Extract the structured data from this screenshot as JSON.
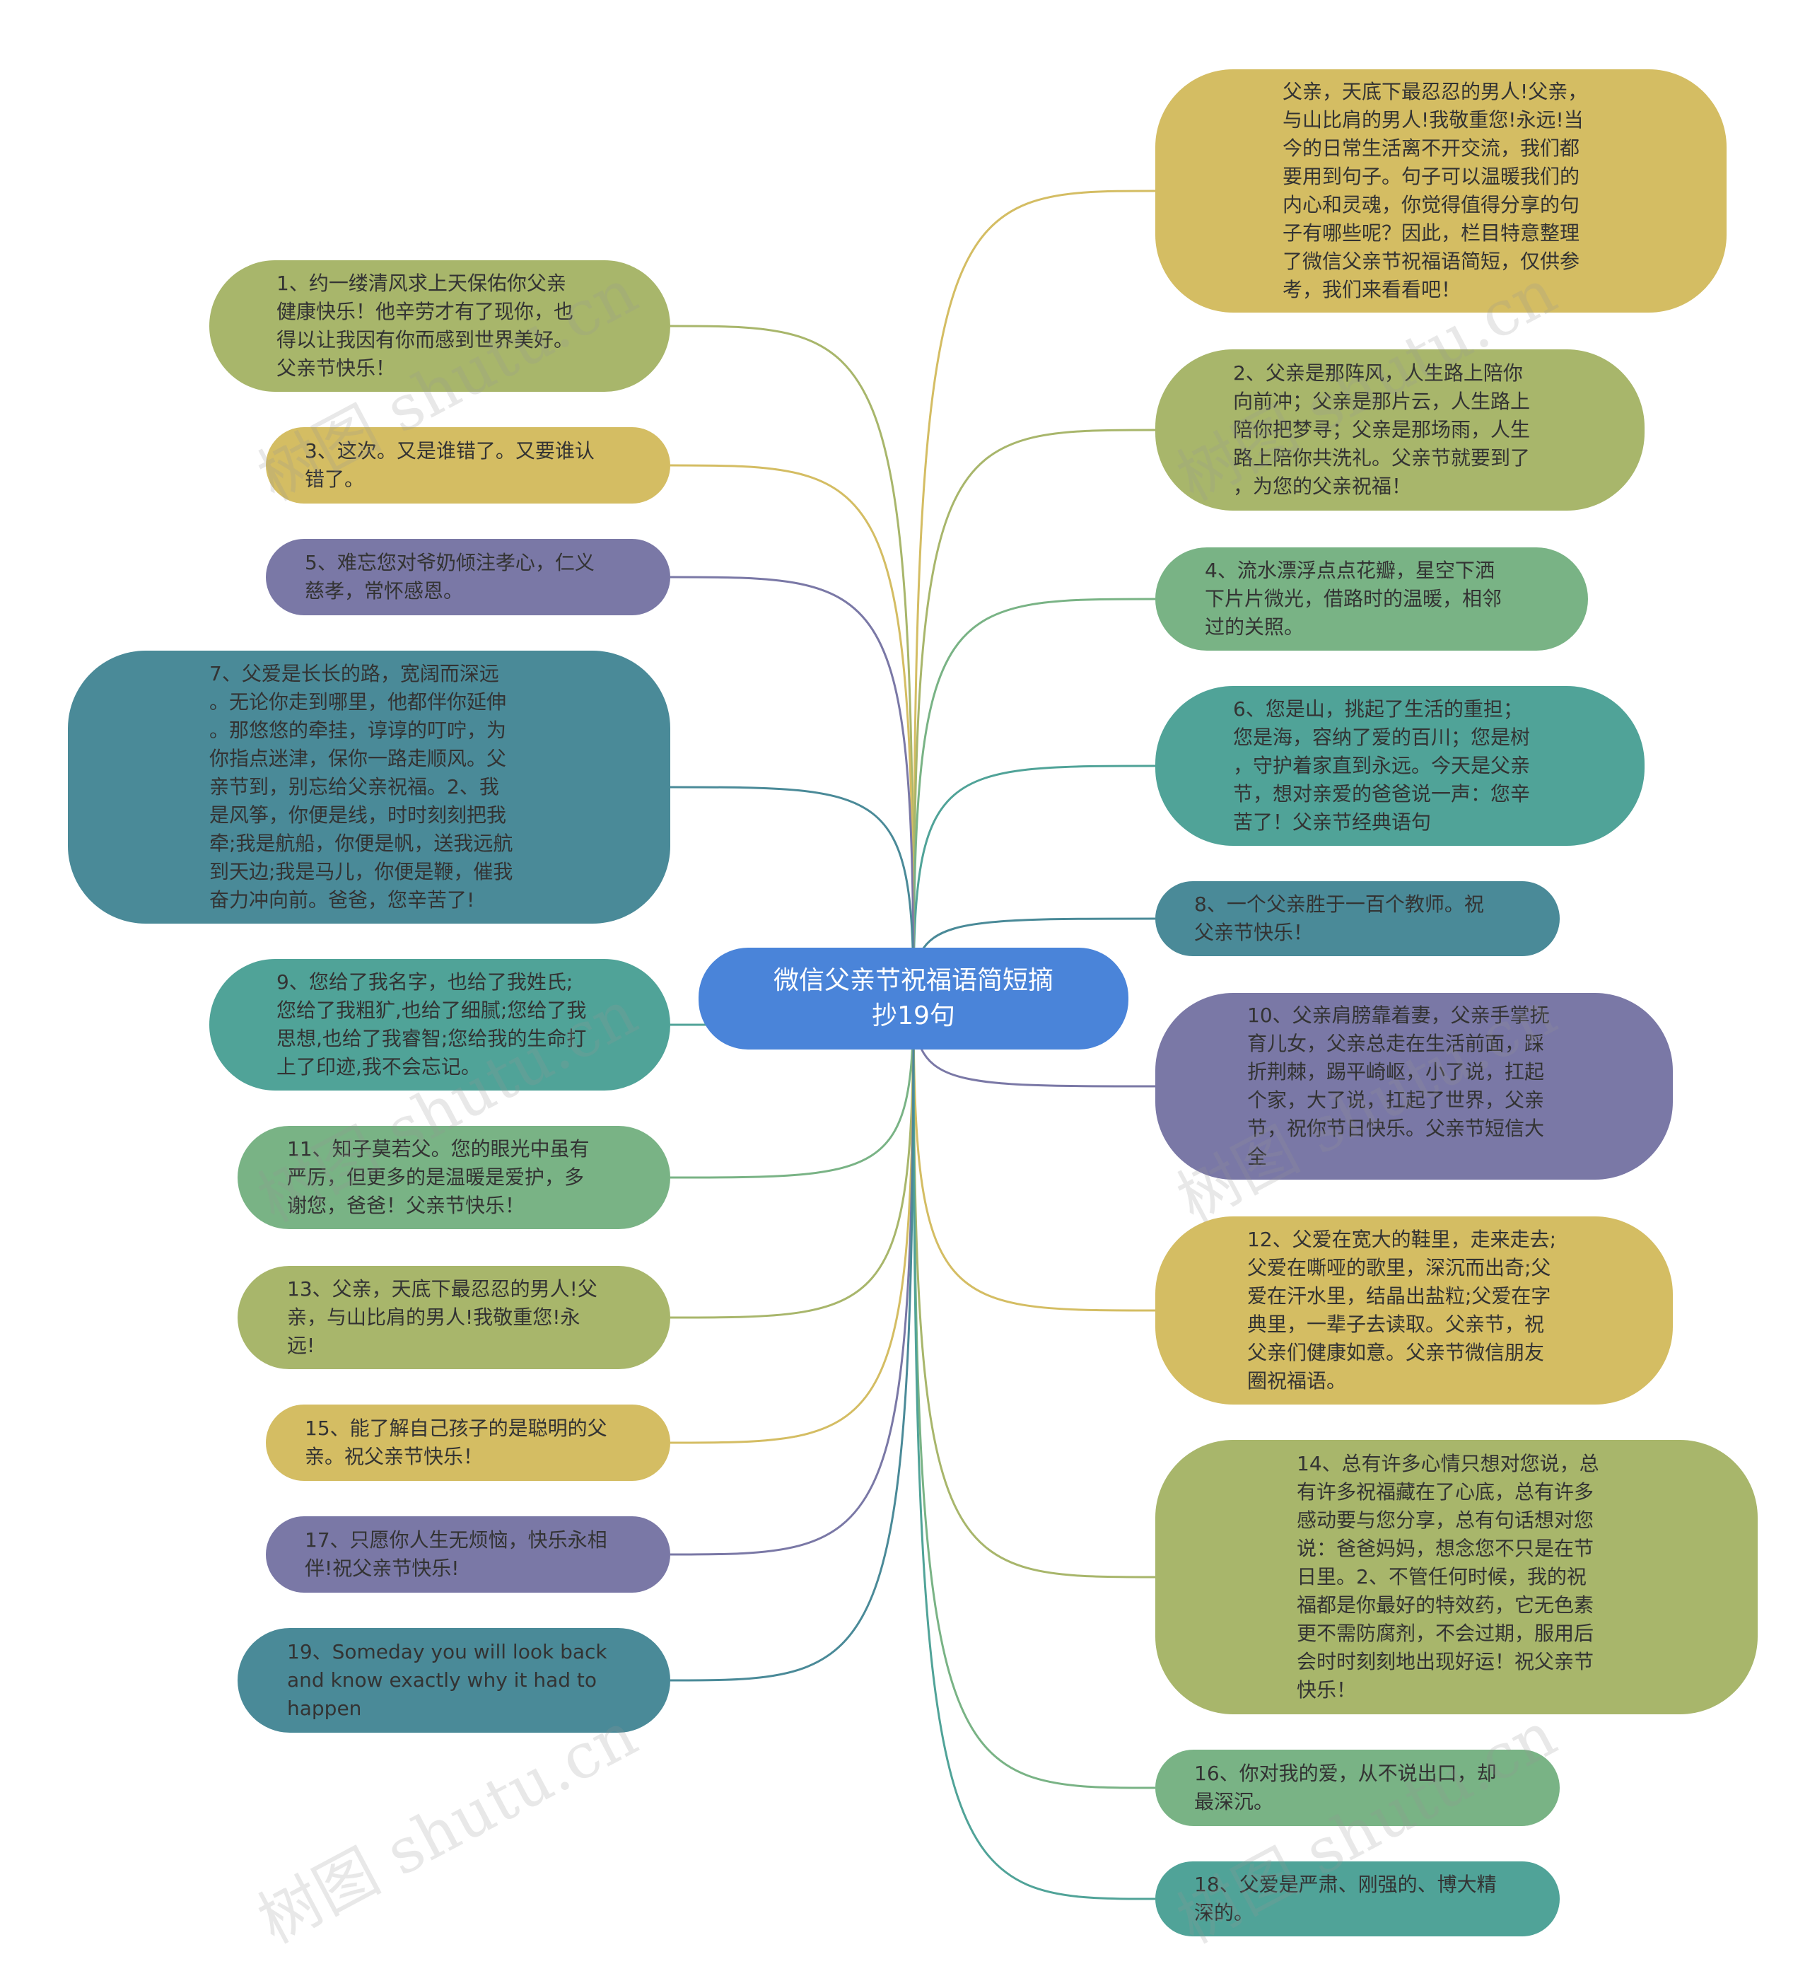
{
  "root": {
    "label": "微信父亲节祝福语简短摘\n抄19句",
    "color": "#4a84d9"
  },
  "colors": {
    "olive": "#a8b66b",
    "gold": "#d4bd63",
    "purple": "#7a78a6",
    "teal": "#4a8a98",
    "sea": "#50a398",
    "green": "#79b385"
  },
  "watermark_text": "树图 shutu.cn",
  "nodes": [
    {
      "id": "intro",
      "side": "right",
      "color": "gold",
      "label": "父亲，天底下最忍忍的男人!父亲，\n与山比肩的男人!我敬重您!永远!当\n今的日常生活离不开交流，我们都\n要用到句子。句子可以温暖我们的\n内心和灵魂，你觉得值得分享的句\n子有哪些呢？因此，栏目特意整理\n了微信父亲节祝福语简短，仅供参\n考，我们来看看吧！"
    },
    {
      "id": "n2",
      "side": "right",
      "color": "olive",
      "label": "2、父亲是那阵风，人生路上陪你\n向前冲；父亲是那片云，人生路上\n陪你把梦寻；父亲是那场雨，人生\n路上陪你共洗礼。父亲节就要到了\n，为您的父亲祝福！"
    },
    {
      "id": "n4",
      "side": "right",
      "color": "green",
      "label": "4、流水漂浮点点花瓣，星空下洒\n下片片微光，借路时的温暖，相邻\n过的关照。"
    },
    {
      "id": "n6",
      "side": "right",
      "color": "sea",
      "label": "6、您是山，挑起了生活的重担；\n您是海，容纳了爱的百川；您是树\n，守护着家直到永远。今天是父亲\n节，想对亲爱的爸爸说一声：您辛\n苦了！父亲节经典语句"
    },
    {
      "id": "n8",
      "side": "right",
      "color": "teal",
      "label": "8、一个父亲胜于一百个教师。祝\n父亲节快乐！"
    },
    {
      "id": "n10",
      "side": "right",
      "color": "purple",
      "label": "10、父亲肩膀靠着妻，父亲手掌抚\n育儿女，父亲总走在生活前面，踩\n折荆棘，踢平崎岖，小了说，扛起\n个家，大了说，扛起了世界，父亲\n节，祝你节日快乐。父亲节短信大\n全"
    },
    {
      "id": "n12",
      "side": "right",
      "color": "gold",
      "label": "12、父爱在宽大的鞋里，走来走去;\n父爱在嘶哑的歌里，深沉而出奇;父\n爱在汗水里，结晶出盐粒;父爱在字\n典里，一辈子去读取。父亲节，祝\n父亲们健康如意。父亲节微信朋友\n圈祝福语。"
    },
    {
      "id": "n14",
      "side": "right",
      "color": "olive",
      "label": "14、总有许多心情只想对您说，总\n有许多祝福藏在了心底，总有许多\n感动要与您分享，总有句话想对您\n说：爸爸妈妈，想念您不只是在节\n日里。2、不管任何时候，我的祝\n福都是你最好的特效药，它无色素\n更不需防腐剂，不会过期，服用后\n会时时刻刻地出现好运！祝父亲节\n快乐！"
    },
    {
      "id": "n16",
      "side": "right",
      "color": "green",
      "label": "16、你对我的爱，从不说出口，却\n最深沉。"
    },
    {
      "id": "n18",
      "side": "right",
      "color": "sea",
      "label": "18、父爱是严肃、刚强的、博大精\n深的。"
    },
    {
      "id": "n1",
      "side": "left",
      "color": "olive",
      "label": "1、约一缕清风求上天保佑你父亲\n健康快乐！他辛劳才有了现你，也\n得以让我因有你而感到世界美好。\n父亲节快乐！"
    },
    {
      "id": "n3",
      "side": "left",
      "color": "gold",
      "label": "3、这次。又是谁错了。又要谁认\n错了。"
    },
    {
      "id": "n5",
      "side": "left",
      "color": "purple",
      "label": "5、难忘您对爷奶倾注孝心，仁义\n慈孝，常怀感恩。"
    },
    {
      "id": "n7",
      "side": "left",
      "color": "teal",
      "label": "7、父爱是长长的路，宽阔而深远\n。无论你走到哪里，他都伴你延伸\n。那悠悠的牵挂，谆谆的叮咛，为\n你指点迷津，保你一路走顺风。父\n亲节到，别忘给父亲祝福。2、我\n是风筝，你便是线，时时刻刻把我\n牵;我是航船，你便是帆，送我远航\n到天边;我是马儿，你便是鞭，催我\n奋力冲向前。爸爸，您辛苦了!"
    },
    {
      "id": "n9",
      "side": "left",
      "color": "sea",
      "label": "9、您给了我名字，也给了我姓氏;\n您给了我粗犷,也给了细腻;您给了我\n思想,也给了我睿智;您给我的生命打\n上了印迹,我不会忘记。"
    },
    {
      "id": "n11",
      "side": "left",
      "color": "green",
      "label": "11、知子莫若父。您的眼光中虽有\n严厉，但更多的是温暖是爱护，多\n谢您，爸爸！父亲节快乐！"
    },
    {
      "id": "n13",
      "side": "left",
      "color": "olive",
      "label": "13、父亲，天底下最忍忍的男人!父\n亲，与山比肩的男人!我敬重您!永\n远!"
    },
    {
      "id": "n15",
      "side": "left",
      "color": "gold",
      "label": "15、能了解自己孩子的是聪明的父\n亲。祝父亲节快乐！"
    },
    {
      "id": "n17",
      "side": "left",
      "color": "purple",
      "label": "17、只愿你人生无烦恼，快乐永相\n伴!祝父亲节快乐!"
    },
    {
      "id": "n19",
      "side": "left",
      "color": "teal",
      "label": "19、Someday you will look back\n and know exactly why it had to\nhappen"
    }
  ]
}
